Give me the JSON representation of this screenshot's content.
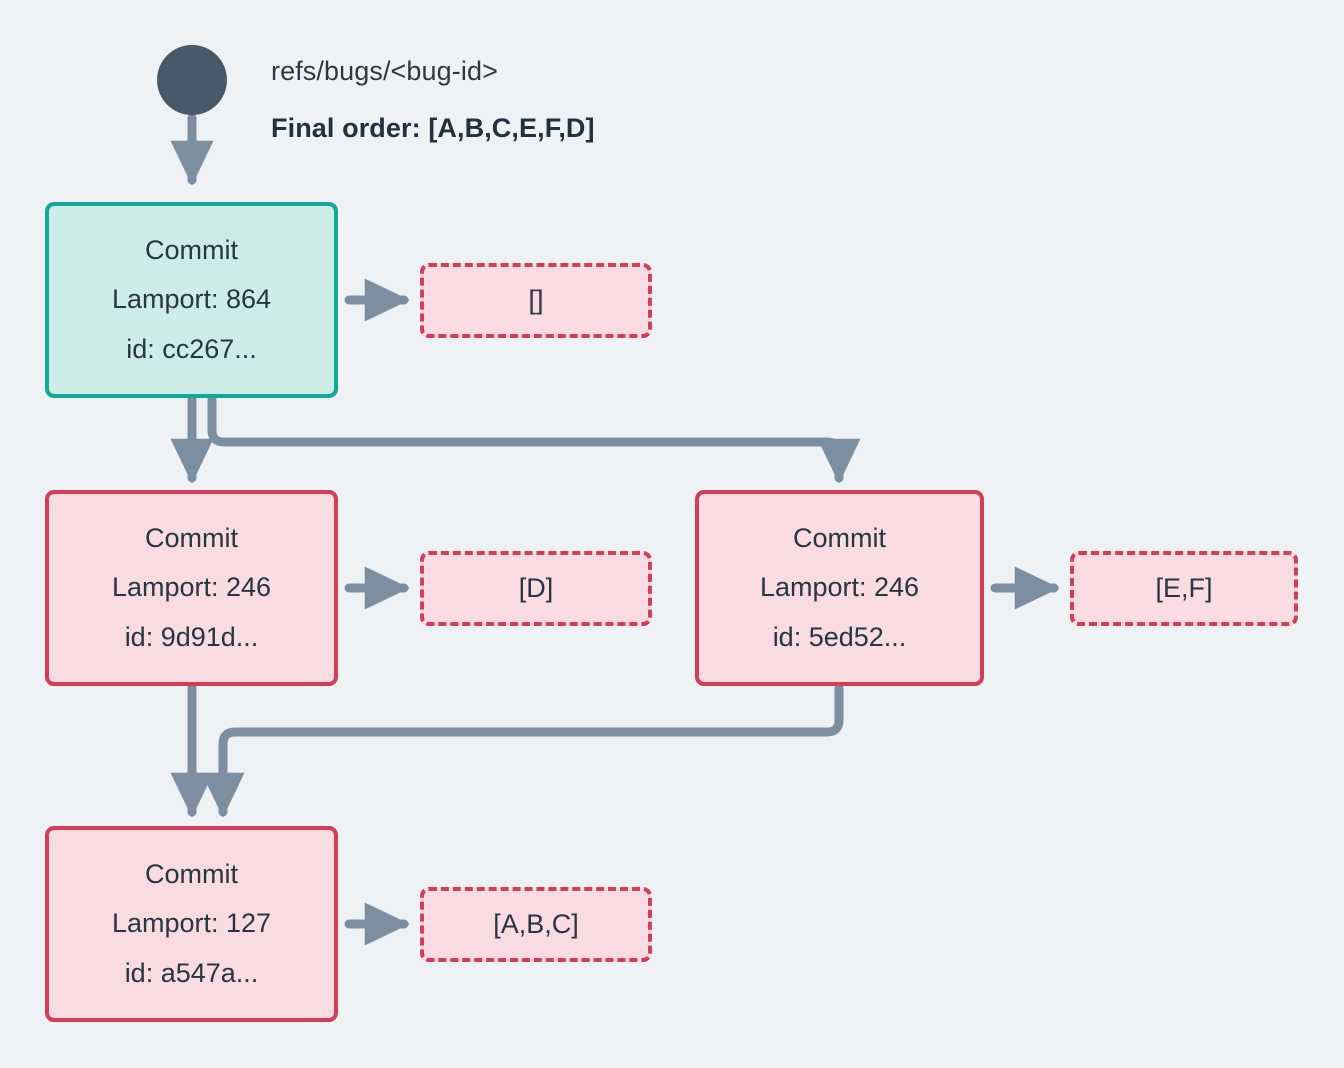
{
  "diagram": {
    "title_ref": "refs/bugs/<bug-id>",
    "final_order": "Final order: [A,B,C,E,F,D]",
    "root": {
      "icon": "root-commit-dot"
    },
    "colors": {
      "background": "#eff2f5",
      "head_border": "#12a89a",
      "head_fill": "#cdebe7",
      "commit_border": "#d23e57",
      "commit_fill": "#f8dce1",
      "arrow": "#7c8fa0",
      "root_dot": "#48596b",
      "text": "#283542"
    },
    "commits": [
      {
        "id": "head",
        "label": "Commit",
        "lamport": "Lamport: 864",
        "hash": "id: cc267...",
        "ops": "[]"
      },
      {
        "id": "left-mid",
        "label": "Commit",
        "lamport": "Lamport: 246",
        "hash": "id: 9d91d...",
        "ops": "[D]"
      },
      {
        "id": "right-mid",
        "label": "Commit",
        "lamport": "Lamport: 246",
        "hash": "id: 5ed52...",
        "ops": "[E,F]"
      },
      {
        "id": "base",
        "label": "Commit",
        "lamport": "Lamport: 127",
        "hash": "id: a547a...",
        "ops": "[A,B,C]"
      }
    ]
  }
}
